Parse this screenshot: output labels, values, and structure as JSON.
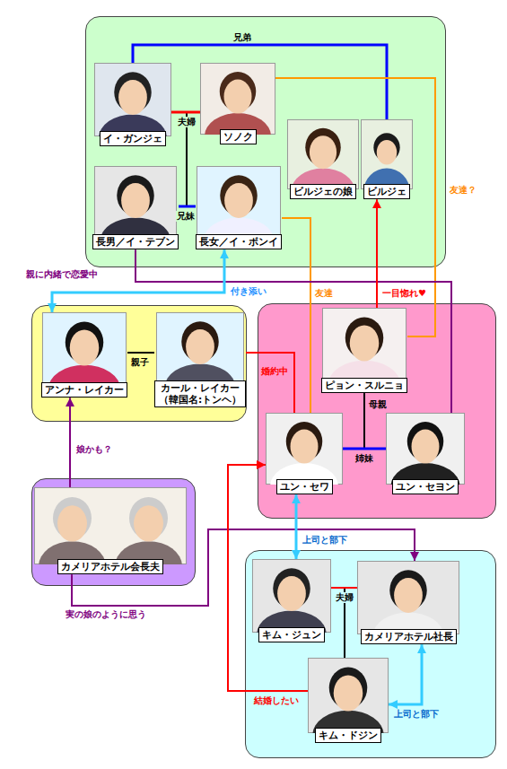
{
  "diagram": {
    "nodes": [
      {
        "text": []
      },
      {
        "text": [
          "イ・ガンジェ"
        ],
        "in": 0
      },
      {
        "text": [
          "ソノク"
        ],
        "in": 0
      },
      {
        "text": [
          "ビルジェの娘"
        ],
        "in": 0
      },
      {
        "text": [
          "ビルジェ"
        ],
        "in": 0
      },
      {
        "text": [
          "長男／イ・テブン"
        ],
        "in": 0
      },
      {
        "text": [
          "長女／イ・ボンイ"
        ],
        "in": 0
      },
      {
        "text": []
      },
      {
        "text": [
          "アンナ・レイカー"
        ],
        "in": 7
      },
      {
        "text": [
          "カール・レイカー （韓国名:トンヘ）"
        ],
        "in": 7
      },
      {
        "text": []
      },
      {
        "text": [
          "ピョン・スルニョ"
        ],
        "in": 10
      },
      {
        "text": [
          "ユン・セワ"
        ],
        "in": 10
      },
      {
        "text": [
          "ユン・セヨン"
        ],
        "in": 10
      },
      {
        "text": []
      },
      {
        "text": [
          "カメリアホテル会長夫"
        ],
        "in": 14
      },
      {
        "text": []
      },
      {
        "text": [
          "キム・ジュン"
        ],
        "in": 16
      },
      {
        "text": [
          "カメリアホテル社長"
        ],
        "in": 16
      },
      {
        "text": [
          "キム・ドジン"
        ],
        "in": 16
      }
    ],
    "edges": [
      {
        "from": 1,
        "to": 4,
        "label": "兄弟",
        "arrow": "none"
      },
      {
        "from": 1,
        "to": 2,
        "label": "夫婦",
        "arrow": "none"
      },
      {
        "from": 5,
        "to": 6,
        "label": "兄妹",
        "arrow": "none"
      },
      {
        "from": 2,
        "to": 11,
        "label": "友達？",
        "arrow": "none"
      },
      {
        "from": 6,
        "to": 12,
        "label": "友達",
        "arrow": "none"
      },
      {
        "from": 5,
        "to": 13,
        "label": "親に内緒で恋愛中",
        "arrow": "none"
      },
      {
        "from": 6,
        "to": 8,
        "label": "付き添い",
        "arrow": "both"
      },
      {
        "from": 8,
        "to": 9,
        "label": "親子",
        "arrow": "none"
      },
      {
        "from": 9,
        "to": 12,
        "label": "婚約中",
        "arrow": "none"
      },
      {
        "from": 11,
        "to": 4,
        "label": "一目惚れ♥",
        "arrow": "to"
      },
      {
        "from": 11,
        "to": 12,
        "label": "母親",
        "arrow": "none"
      },
      {
        "from": 11,
        "to": 13,
        "arrow": "none"
      },
      {
        "from": 12,
        "to": 13,
        "label": "姉妹",
        "arrow": "none"
      },
      {
        "from": 15,
        "to": 8,
        "label": "娘かも？",
        "arrow": "to"
      },
      {
        "from": 15,
        "to": 18,
        "label": "実の娘のように思う",
        "arrow": "to"
      },
      {
        "from": 12,
        "to": 17,
        "label": "上司と部下",
        "arrow": "both"
      },
      {
        "from": 17,
        "to": 18,
        "label": "夫婦",
        "arrow": "none"
      },
      {
        "from": 19,
        "to": 18,
        "label": "上司と部下",
        "arrow": "both"
      },
      {
        "from": 19,
        "to": 12,
        "label": "結婚したい",
        "arrow": "to"
      }
    ]
  }
}
